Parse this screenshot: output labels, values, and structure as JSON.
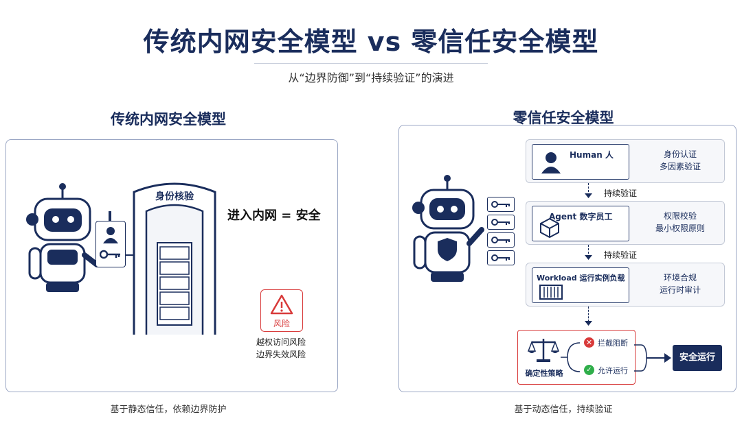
{
  "title": "传统内网安全模型 vs 零信任安全模型",
  "subtitle": "从“边界防御”到“持续验证”的演进",
  "left": {
    "heading": "传统内网安全模型",
    "gate_label": "身份核验",
    "equation": "进入内网 = 安全",
    "risk_label": "风险",
    "risk_lines": [
      "越权访问风险",
      "边界失效风险"
    ],
    "caption": "基于静态信任，依赖边界防护"
  },
  "right": {
    "heading": "零信任安全模型",
    "layers": [
      {
        "name": "Human 人",
        "check": [
          "身份认证",
          "多因素验证"
        ]
      },
      {
        "name": "Agent  数字员工",
        "check": [
          "权限校验",
          "最小权限原则"
        ]
      },
      {
        "name": "Workload  运行实例负载",
        "check": [
          "环境合规",
          "运行时审计"
        ]
      }
    ],
    "continuous_label": "持续验证",
    "policy_label": "确定性策略",
    "block_label": "拦截阻断",
    "allow_label": "允许运行",
    "result_label": "安全运行",
    "caption": "基于动态信任，持续验证"
  },
  "colors": {
    "navy": "#1a2d5c",
    "danger": "#d83a3a",
    "ok": "#2fae4a"
  }
}
